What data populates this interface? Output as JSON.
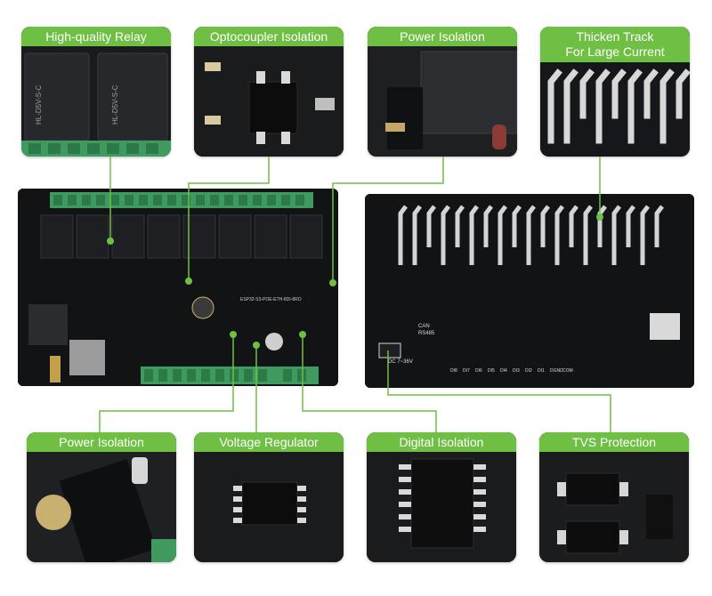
{
  "labels": {
    "relay": "High-quality Relay",
    "optocoupler": "Optocoupler Isolation",
    "power_top": "Power Isolation",
    "track_line1": "Thicken Track",
    "track_line2": "For Large Current",
    "power_bottom": "Power Isolation",
    "regulator": "Voltage Regulator",
    "digital": "Digital Isolation",
    "tvs": "TVS Protection"
  },
  "board_text": {
    "model": "ESP32-S3-POE-ETH-8DI-8RO",
    "dc_input": "DC 7~36V",
    "di_labels": [
      "DI8",
      "DI7",
      "DI6",
      "DI5",
      "DI4",
      "DI3",
      "DI2",
      "DI1",
      "DGND",
      "COM"
    ],
    "can_label": "CAN",
    "rs485_label": "RS485",
    "relay_marking": "HL-D5V-S-C"
  },
  "colors": {
    "label_bg": "#6fbf44",
    "board_bg": "#121314",
    "connector_line": "#6fbf44",
    "terminal_green": "#3e9a5f"
  }
}
